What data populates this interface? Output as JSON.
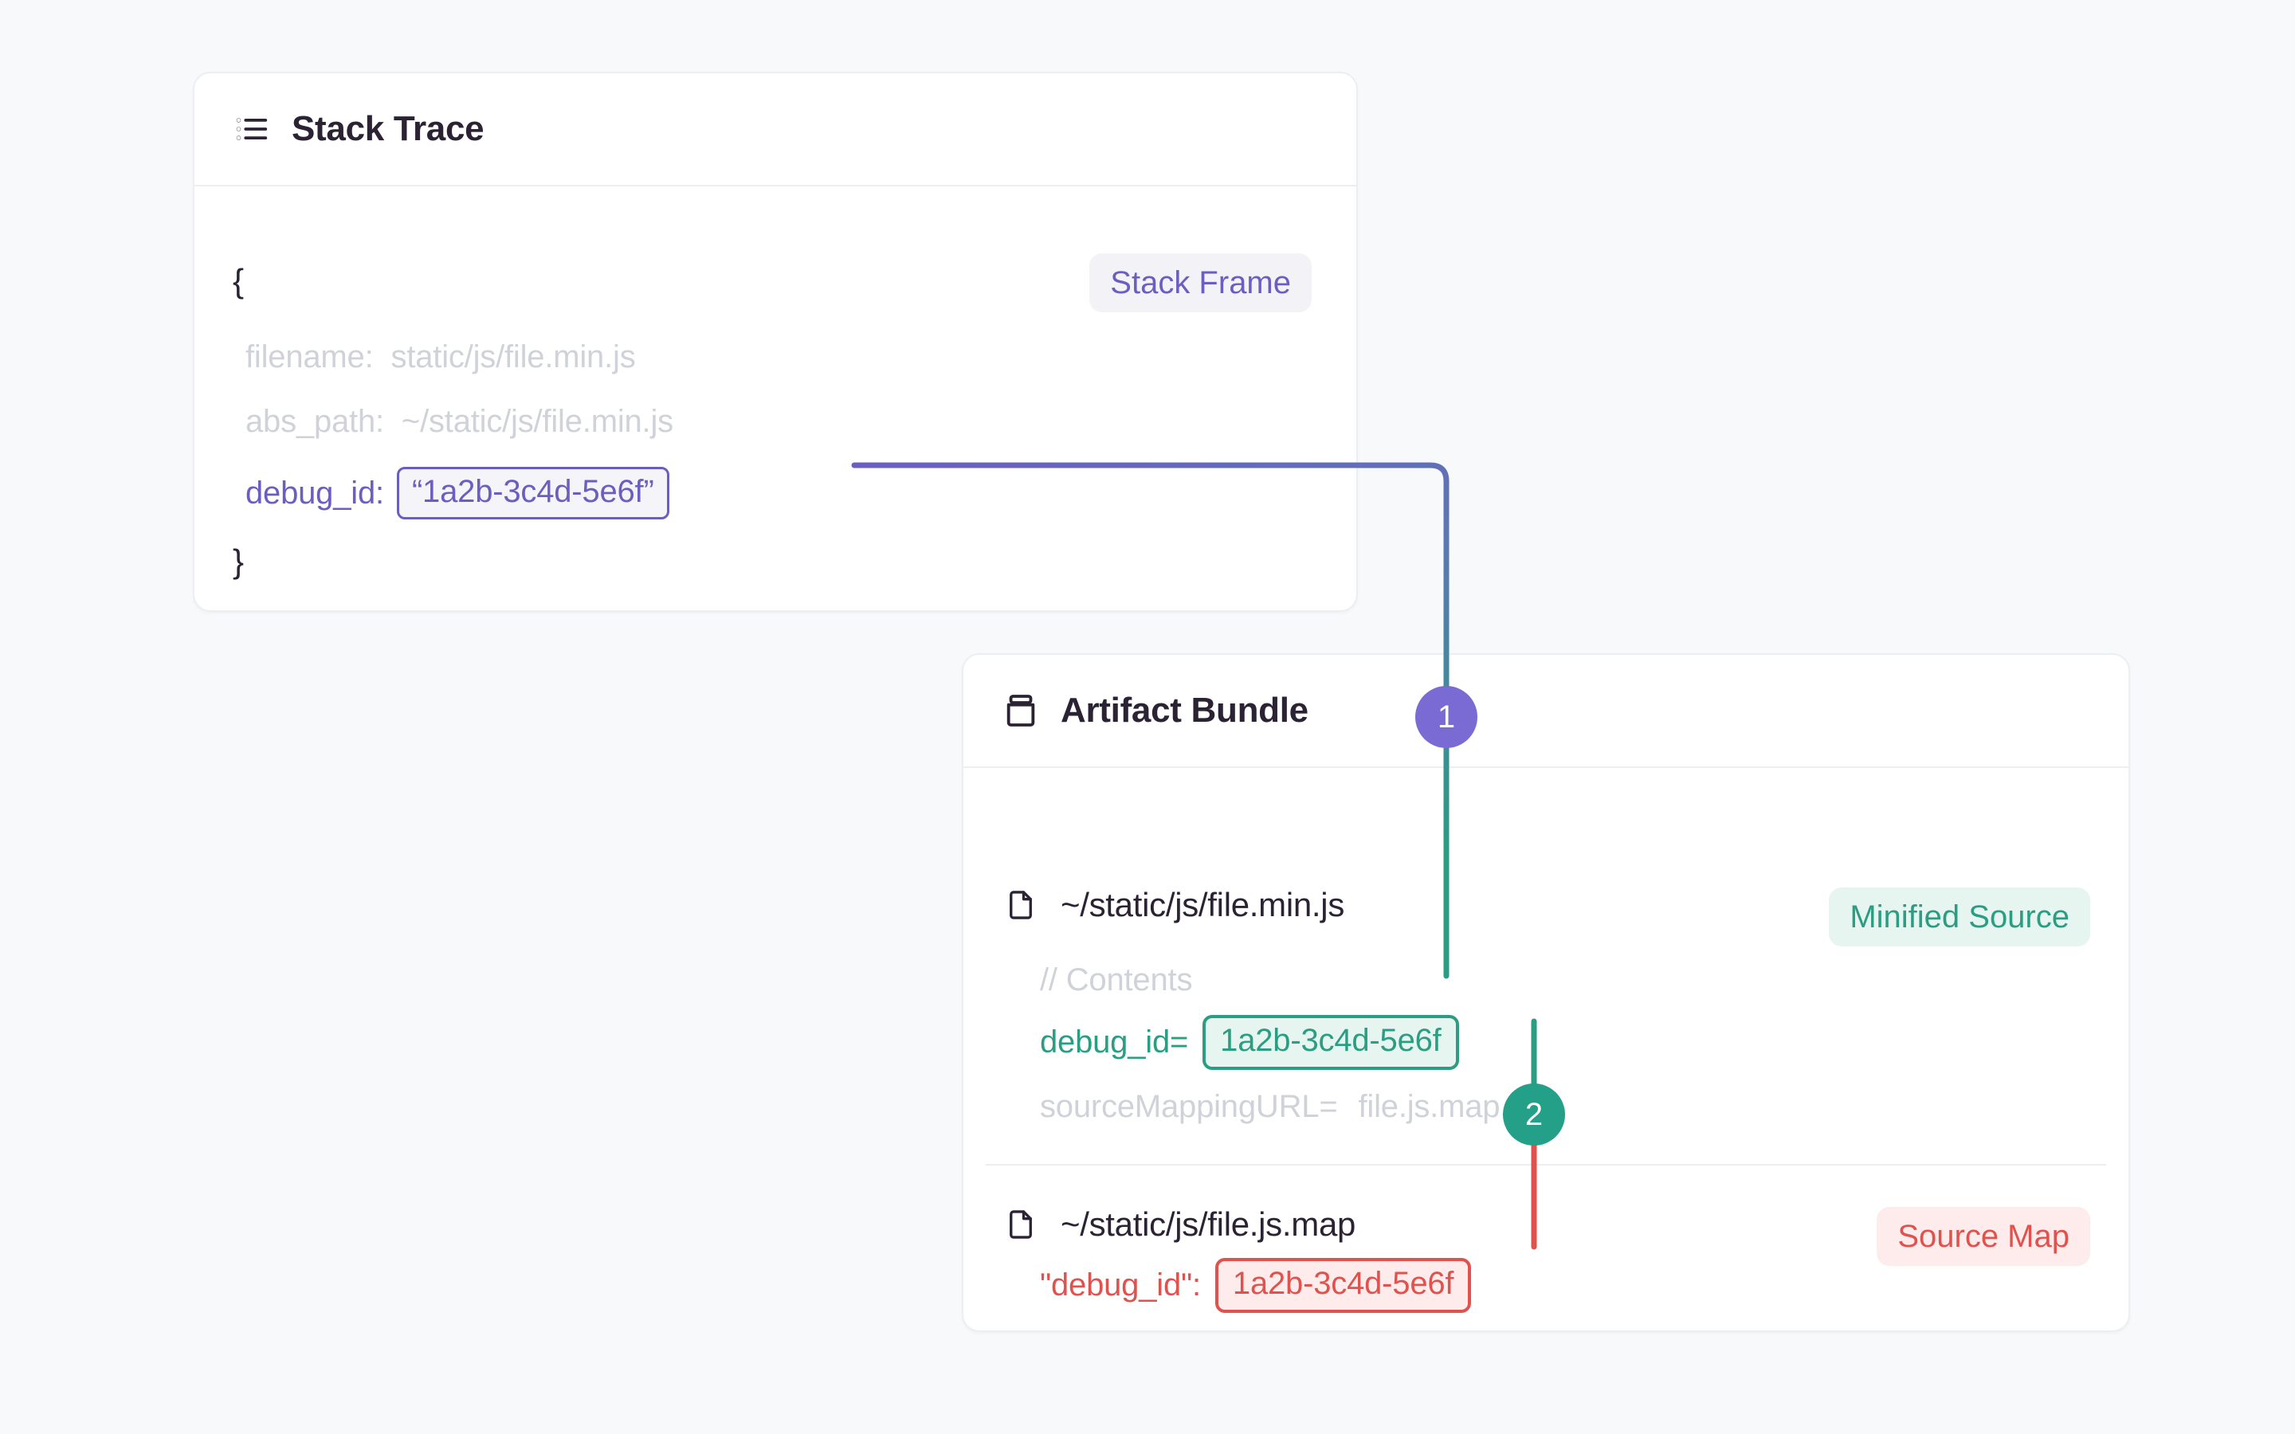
{
  "background_color": "#f8f9fb",
  "palette": {
    "purple": "#6a5fc1",
    "purple_marker": "#7a6ad3",
    "green": "#2a9d82",
    "green_marker": "#24a088",
    "red": "#e0524d",
    "text": "#2b2233",
    "muted": "#cfd2d9",
    "card_border": "#eceef2"
  },
  "stack_trace_card": {
    "icon": "list-icon",
    "title": "Stack Trace",
    "tag": "Stack Frame",
    "brace_open": "{",
    "brace_close": "}",
    "rows": [
      {
        "key": "filename:",
        "value": "static/js/file.min.js"
      },
      {
        "key": "abs_path:",
        "value": "~/static/js/file.min.js"
      }
    ],
    "debug_id": {
      "key": "debug_id:",
      "value": "“1a2b-3c4d-5e6f”"
    }
  },
  "artifact_bundle_card": {
    "icon": "box-icon",
    "title": "Artifact Bundle",
    "minified_source": {
      "file_icon": "file-icon",
      "file_name": "~/static/js/file.min.js",
      "tag": "Minified Source",
      "comment": "// Contents",
      "debug_id_key": "debug_id=",
      "debug_id_value": "1a2b-3c4d-5e6f",
      "source_mapping_key": "sourceMappingURL=",
      "source_mapping_value": "file.js.map"
    },
    "source_map": {
      "file_icon": "file-icon",
      "file_name": "~/static/js/file.js.map",
      "tag": "Source Map",
      "debug_id_key": "\"debug_id\":",
      "debug_id_value": "1a2b-3c4d-5e6f"
    }
  },
  "markers": [
    {
      "label": "1",
      "color": "#7a6ad3"
    },
    {
      "label": "2",
      "color": "#24a088"
    }
  ]
}
